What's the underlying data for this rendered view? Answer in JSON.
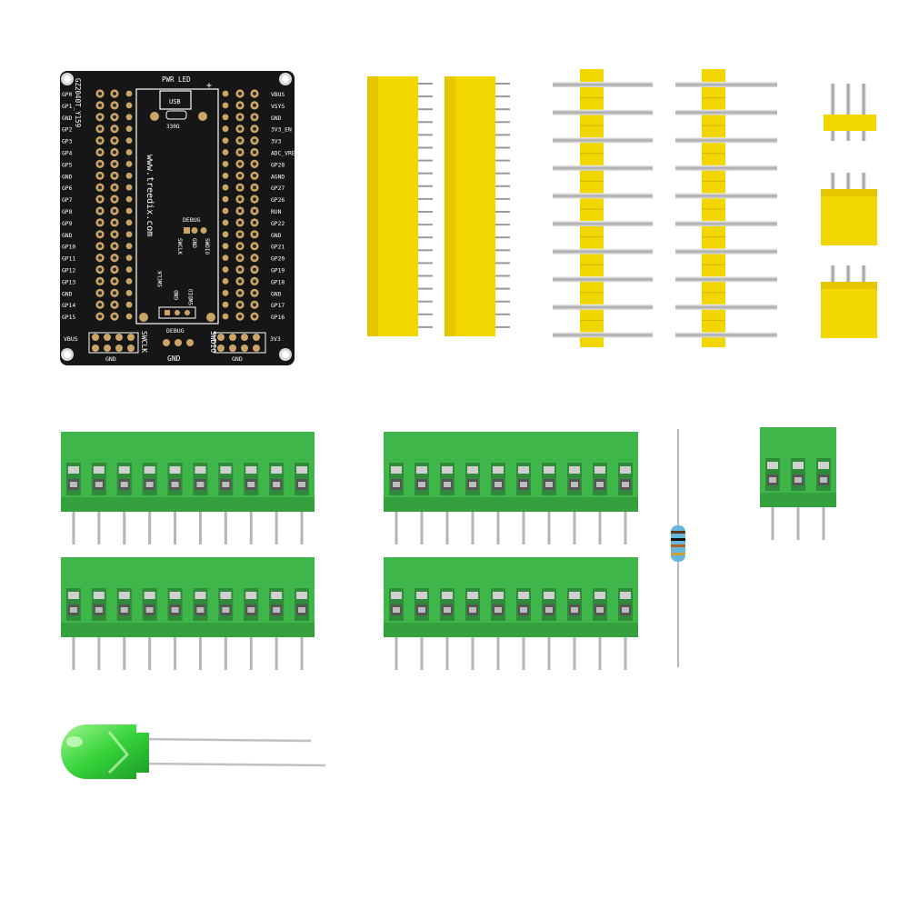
{
  "pcb": {
    "pwr_led": "PWR LED",
    "plus": "+",
    "usb": "USB",
    "resistor": "330Ω",
    "vertical_id": "GZ2040T_Y159",
    "website": "www.treedix.com",
    "debug_top": "DEBUG",
    "debug_bottom": "DEBUG",
    "debug_pins_top": [
      "SWCLK",
      "GND",
      "SWDIO"
    ],
    "debug_pins_bottom": [
      "SWCLK",
      "GND",
      "SWDIO"
    ],
    "left_labels": [
      "GP0",
      "GP1",
      "GND",
      "GP2",
      "GP3",
      "GP4",
      "GP5",
      "GND",
      "GP6",
      "GP7",
      "GP8",
      "GP9",
      "GND",
      "GP10",
      "GP11",
      "GP12",
      "GP13",
      "GND",
      "GP14",
      "GP15"
    ],
    "right_labels": [
      "VBUS",
      "VSYS",
      "GND",
      "3V3_EN",
      "3V3",
      "ADC_VREF",
      "GP28",
      "AGND",
      "GP27",
      "GP26",
      "RUN",
      "GP22",
      "GND",
      "GP21",
      "GP20",
      "GP19",
      "GP18",
      "GND",
      "GP17",
      "GP16"
    ],
    "bottom_vbus": "VBUS",
    "bottom_3v3": "3V3",
    "bottom_swclk": "SWCLK",
    "bottom_swdio": "SWDIO",
    "gnd_labels": [
      "GND",
      "GND",
      "GND"
    ]
  },
  "colors": {
    "pcb_black": "#161616",
    "header_yellow": "#f2d600",
    "terminal_green": "#3fb64a",
    "led_green": "#35d33a"
  }
}
